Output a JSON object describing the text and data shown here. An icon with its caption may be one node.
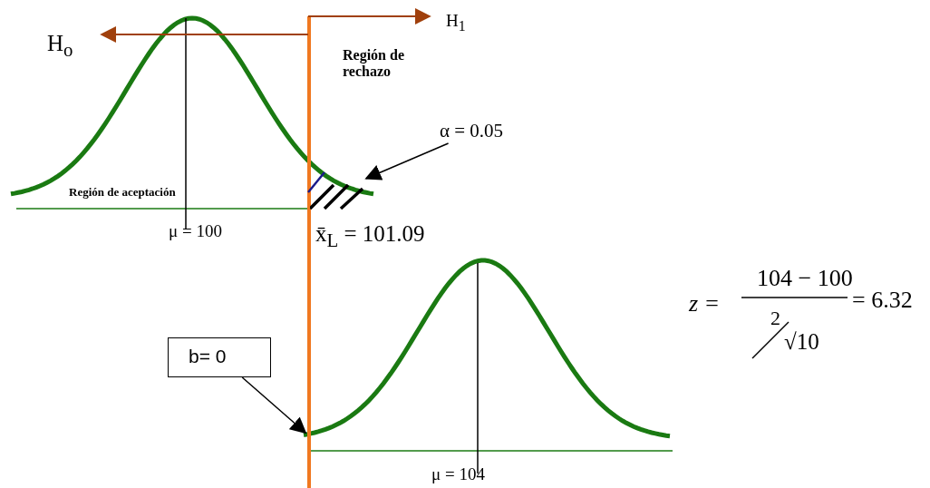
{
  "diagram": {
    "nodes": [
      {
        "text": [
          "α = 0.05"
        ]
      },
      {
        "text": [],
        "shape": "picture"
      },
      {
        "text": [
          "b= 0"
        ]
      },
      {
        "text": [],
        "shape": "picture"
      }
    ],
    "edges": [
      {
        "from": 0,
        "to": 1,
        "arrow": "to"
      },
      {
        "from": 2,
        "to": 3,
        "arrow": "to"
      }
    ],
    "labels": [
      "H$_{o}$",
      "H$_{1}$",
      "Región de rechazo",
      "Región de aceptación",
      "μ = 100",
      "x̄$_{L}$ = 101.09",
      "z =",
      "104 − 100",
      "2",
      "√10",
      "= 6.32",
      "μ = 104"
    ]
  }
}
